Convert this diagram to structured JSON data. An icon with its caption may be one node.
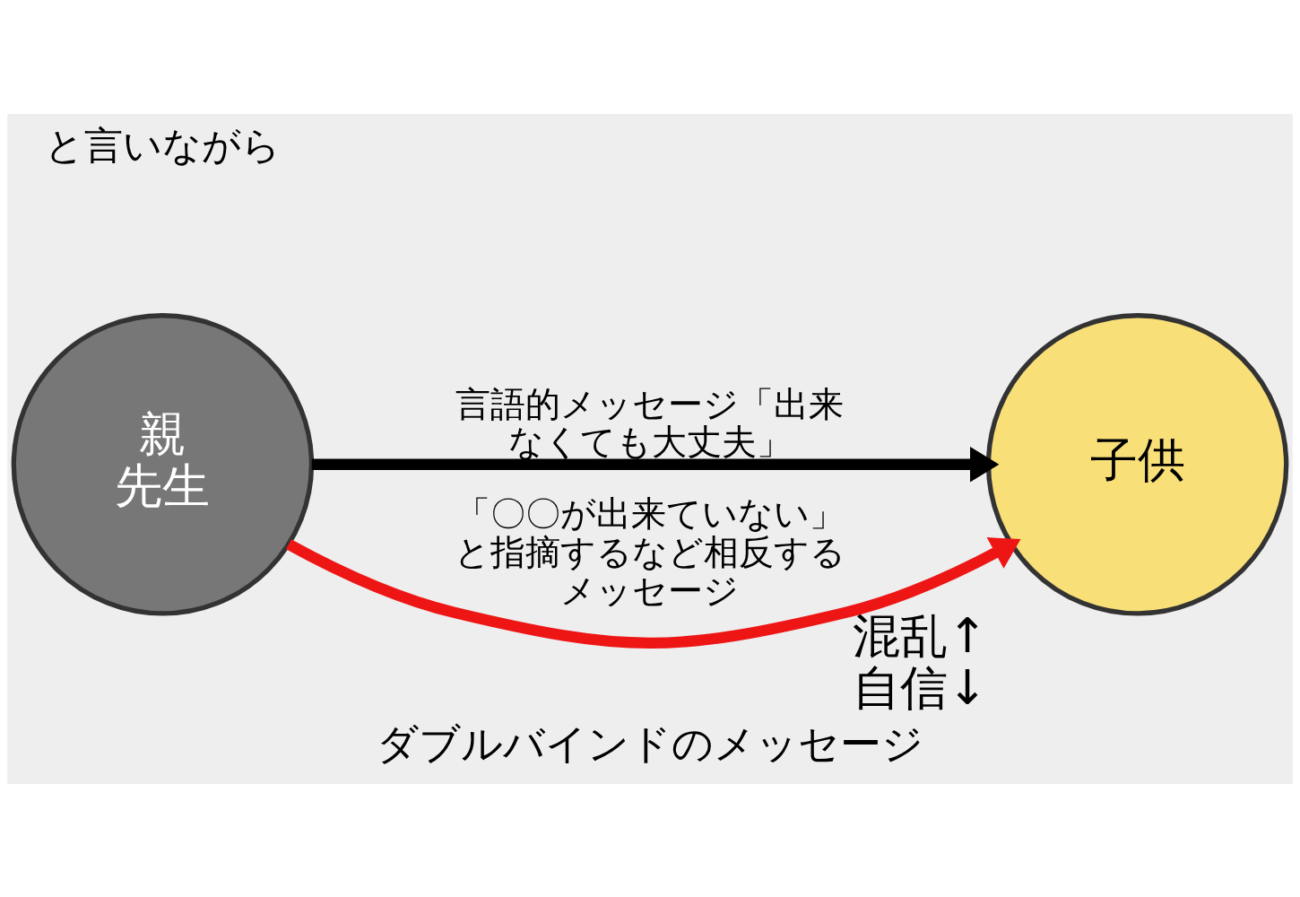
{
  "diagram": {
    "caption": "ダブルバインドのメッセージ",
    "nodes": [
      {
        "text": [
          "親",
          "先生"
        ]
      },
      {
        "text": [
          "子供"
        ],
        "beside": [
          "混乱↑",
          "自信↓"
        ]
      }
    ],
    "edges": [
      {
        "from": 0,
        "to": 1,
        "arrow": "to",
        "label": "言語的メッセージ「出来なくても大丈夫」"
      },
      {
        "from": 0,
        "to": 1,
        "arrow": "to",
        "color": "#ee1515",
        "label": "「〇〇が出来ていない」と指摘するなど相反するメッセージ"
      }
    ],
    "labels": [
      "と言いながら"
    ]
  }
}
